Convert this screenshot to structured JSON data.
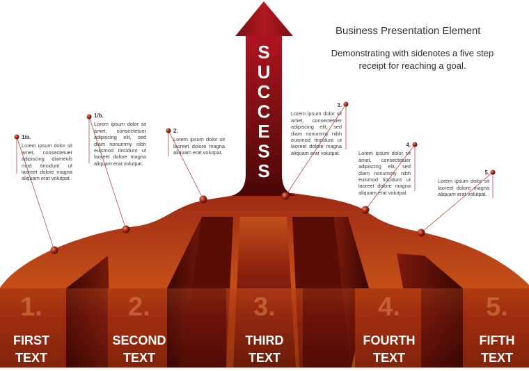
{
  "header": {
    "title": "Business Presentation Element",
    "subtitle": "Demonstrating with sidenotes a five step receipt for reaching a goal."
  },
  "arrow": {
    "word": "SUCCESS"
  },
  "notes": [
    {
      "tag": "1/a.",
      "text": "Lorem ipsum dolor sit amet, consectetuer adipiscing diameuls mod tincidunt ut laoreet dolore magna aliquam erat volutpat."
    },
    {
      "tag": "1/b.",
      "text": "Lorem ipsum dolor sit amet, consectetuer adipiscing elit, sed diam nonummy nibh euismod tincidunt ut laoreet dolore magna aliquam erat volutpat."
    },
    {
      "tag": "2.",
      "text": "Lorem ipsum dolor sit laoreet dolore magna aliquam erat volutpat."
    },
    {
      "tag": "3.",
      "text": "Lorem ipsum dolor sit amet, consectetuer adipiscing elit, sed diam nonummy nibh euismod tincidunt ut laoreet dolore magna aliquam erat volutpat."
    },
    {
      "tag": "4.",
      "text": "Lorem ipsum dolor sit amet, consectetuer adipiscing elit, sed diam nonummy nibh euismod tincidunt ut laoreet dolore magna aliquam erat volutpat."
    },
    {
      "tag": "5.",
      "text": "Lorem ipsum dolor sit laoreet dolore magna aliquam erat volutpat."
    }
  ],
  "steps": [
    {
      "num": "1.",
      "line1": "FIRST",
      "line2": "TEXT"
    },
    {
      "num": "2.",
      "line1": "SECOND",
      "line2": "TEXT"
    },
    {
      "num": "3.",
      "line1": "THIRD",
      "line2": "TEXT"
    },
    {
      "num": "4.",
      "line1": "FOURTH",
      "line2": "TEXT"
    },
    {
      "num": "5.",
      "line1": "FIFTH",
      "line2": "TEXT"
    }
  ],
  "colors": {
    "dark_red": "#5a0a06",
    "red": "#9b1c12",
    "orange": "#c8561b",
    "leader_line": "#b34a4a"
  }
}
